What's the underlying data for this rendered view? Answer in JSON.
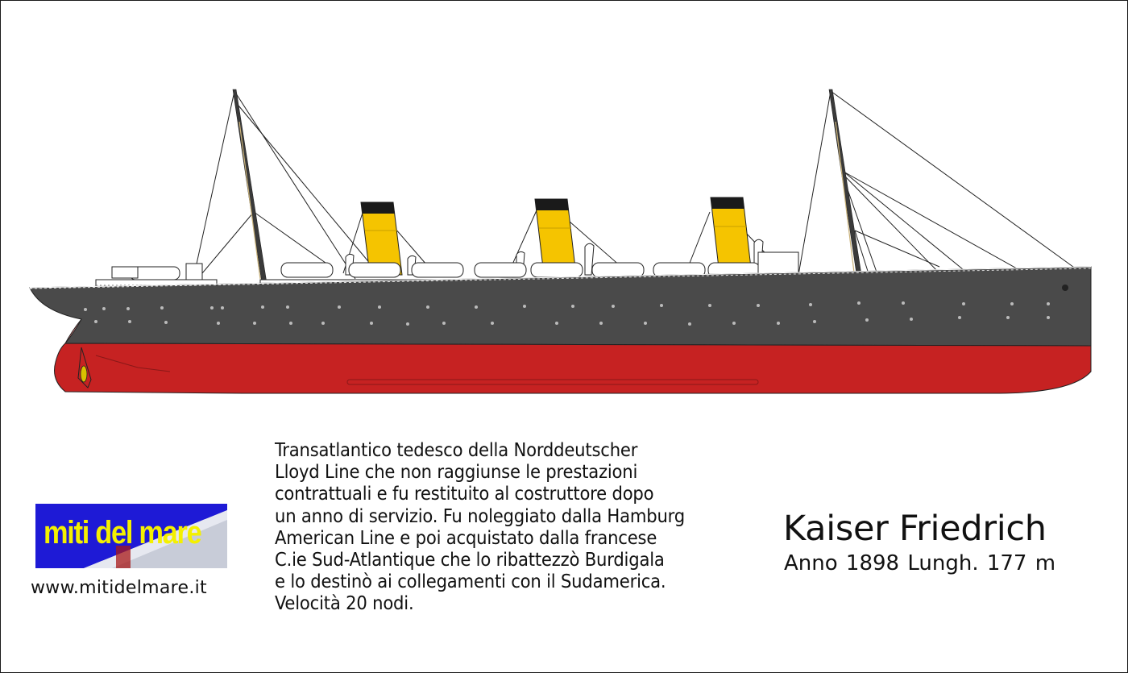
{
  "title": "Kaiser Friedrich",
  "specs": "Anno 1898  Lungh. 177 m",
  "description_lines": [
    "Transatlantico tedesco della Norddeutscher",
    "Lloyd Line che non raggiunse le prestazioni",
    "contrattuali e fu restituito al costruttore dopo",
    "un anno di servizio. Fu noleggiato dalla Hamburg",
    "American Line e poi acquistato dalla francese",
    "C.ie Sud-Atlantique che lo ribattezzò Burdigala",
    "e lo destinò ai collegamenti con il Sudamerica.",
    "Velocità 20 nodi."
  ],
  "logo": {
    "text": "miti del mare"
  },
  "website": "www.mitidelmare.it",
  "colors": {
    "hull_upper": "#4a4a4a",
    "hull_lower": "#c62222",
    "funnel": "#f5c400",
    "funnel_top": "#1a1a1a",
    "superstructure": "#ffffff",
    "logo_bg": "#1e1ad6",
    "logo_text": "#f4f000"
  },
  "illustration": {
    "name": "ship-profile",
    "funnels": 3,
    "masts": 2
  }
}
